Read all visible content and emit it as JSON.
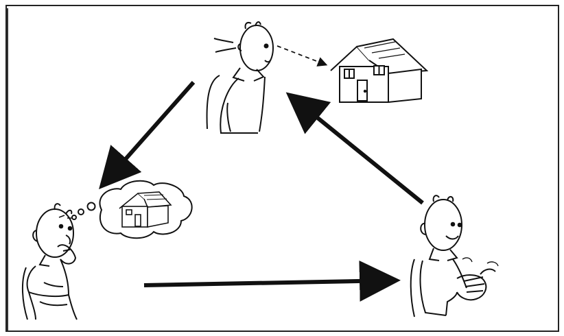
{
  "diagram": {
    "kind": "cycle",
    "stages": [
      {
        "id": "seeing",
        "icon": "person-looking-at-house"
      },
      {
        "id": "imagining",
        "icon": "person-thinking-of-house"
      },
      {
        "id": "talking",
        "icon": "person-gesturing"
      }
    ],
    "objects": [
      {
        "id": "house",
        "icon": "house-icon"
      },
      {
        "id": "thought-bubble",
        "icon": "thought-cloud-with-house"
      }
    ],
    "arrows": [
      {
        "from": "seeing",
        "to": "imagining",
        "style": "solid"
      },
      {
        "from": "imagining",
        "to": "talking",
        "style": "solid"
      },
      {
        "from": "talking",
        "to": "seeing",
        "style": "solid"
      },
      {
        "from": "seeing",
        "to": "house",
        "style": "dashed"
      }
    ],
    "colors": {
      "ink": "#111111",
      "paper": "#ffffff",
      "frame": "#222222"
    }
  }
}
